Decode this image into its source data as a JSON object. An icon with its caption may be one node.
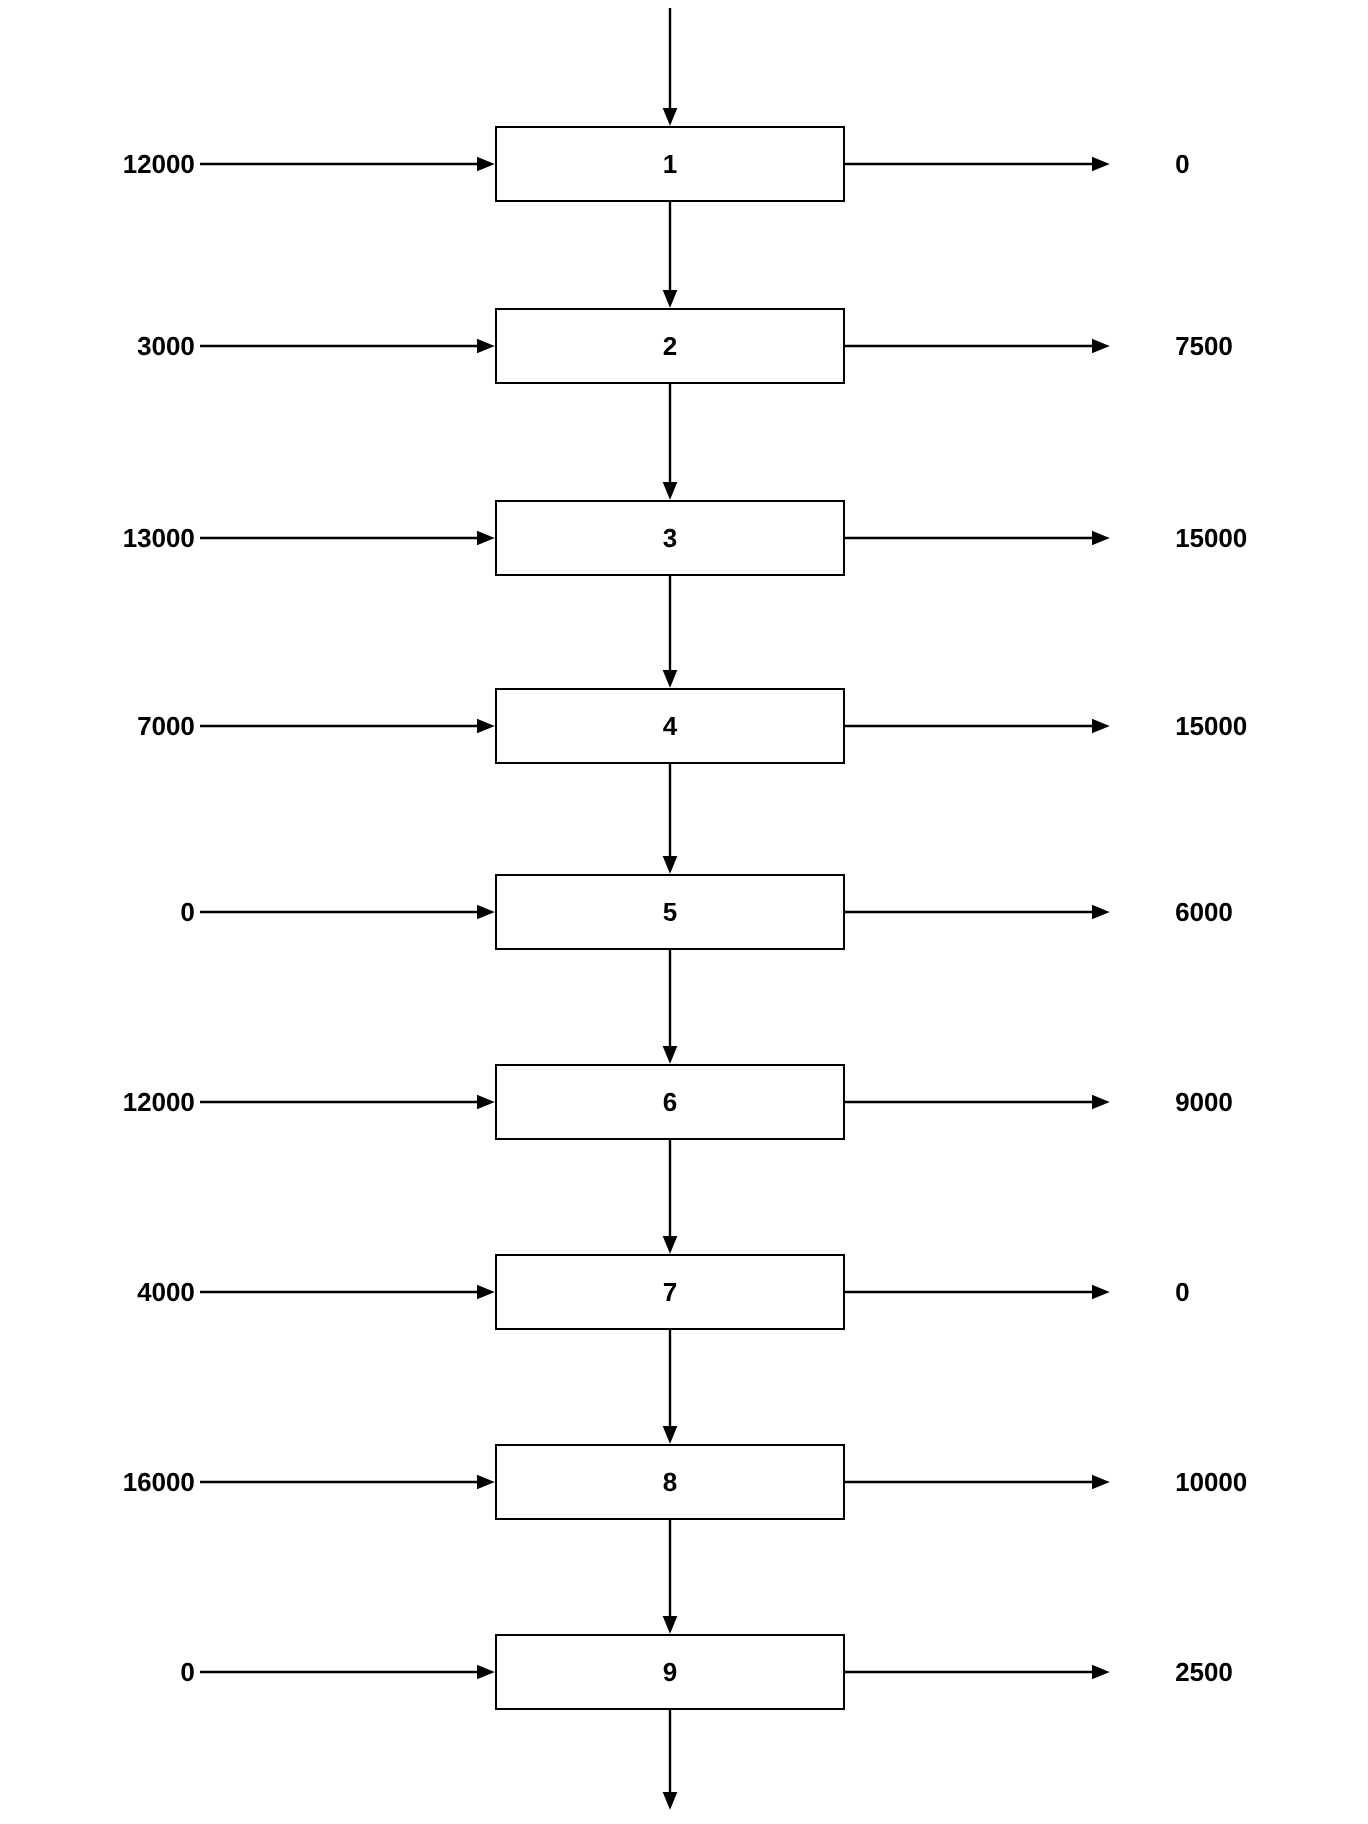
{
  "diagram": {
    "nodes": [
      {
        "text": [
          "12000"
        ]
      },
      {
        "text": [
          "1"
        ]
      },
      {
        "text": [
          "0"
        ]
      },
      {
        "text": [
          "3000"
        ]
      },
      {
        "text": [
          "2"
        ]
      },
      {
        "text": [
          "7500"
        ]
      },
      {
        "text": [
          "13000"
        ]
      },
      {
        "text": [
          "3"
        ]
      },
      {
        "text": [
          "15000"
        ]
      },
      {
        "text": [
          "7000"
        ]
      },
      {
        "text": [
          "4"
        ]
      },
      {
        "text": [
          "15000"
        ]
      },
      {
        "text": [
          "0"
        ]
      },
      {
        "text": [
          "5"
        ]
      },
      {
        "text": [
          "6000"
        ]
      },
      {
        "text": [
          "12000"
        ]
      },
      {
        "text": [
          "6"
        ]
      },
      {
        "text": [
          "9000"
        ]
      },
      {
        "text": [
          "4000"
        ]
      },
      {
        "text": [
          "7"
        ]
      },
      {
        "text": [
          "0"
        ]
      },
      {
        "text": [
          "16000"
        ]
      },
      {
        "text": [
          "8"
        ]
      },
      {
        "text": [
          "10000"
        ]
      },
      {
        "text": [
          "0"
        ]
      },
      {
        "text": [
          "9"
        ]
      },
      {
        "text": [
          "2500"
        ]
      }
    ],
    "edges": [
      {
        "from": null,
        "to": 1,
        "arrow": "to"
      },
      {
        "from": 0,
        "to": 1,
        "arrow": "to"
      },
      {
        "from": 1,
        "to": 2,
        "arrow": "to"
      },
      {
        "from": 1,
        "to": 4,
        "arrow": "to"
      },
      {
        "from": 3,
        "to": 4,
        "arrow": "to"
      },
      {
        "from": 4,
        "to": 5,
        "arrow": "to"
      },
      {
        "from": 4,
        "to": 7,
        "arrow": "to"
      },
      {
        "from": 6,
        "to": 7,
        "arrow": "to"
      },
      {
        "from": 7,
        "to": 8,
        "arrow": "to"
      },
      {
        "from": 7,
        "to": 10,
        "arrow": "to"
      },
      {
        "from": 9,
        "to": 10,
        "arrow": "to"
      },
      {
        "from": 10,
        "to": 11,
        "arrow": "to"
      },
      {
        "from": 10,
        "to": 13,
        "arrow": "to"
      },
      {
        "from": 12,
        "to": 13,
        "arrow": "to"
      },
      {
        "from": 13,
        "to": 14,
        "arrow": "to"
      },
      {
        "from": 13,
        "to": 16,
        "arrow": "to"
      },
      {
        "from": 15,
        "to": 16,
        "arrow": "to"
      },
      {
        "from": 16,
        "to": 17,
        "arrow": "to"
      },
      {
        "from": 16,
        "to": 19,
        "arrow": "to"
      },
      {
        "from": 18,
        "to": 19,
        "arrow": "to"
      },
      {
        "from": 19,
        "to": 20,
        "arrow": "to"
      },
      {
        "from": 19,
        "to": 22,
        "arrow": "to"
      },
      {
        "from": 21,
        "to": 22,
        "arrow": "to"
      },
      {
        "from": 22,
        "to": 23,
        "arrow": "to"
      },
      {
        "from": 22,
        "to": 25,
        "arrow": "to"
      },
      {
        "from": 24,
        "to": 25,
        "arrow": "to"
      },
      {
        "from": 25,
        "to": 26,
        "arrow": "to"
      },
      {
        "from": 25,
        "to": null,
        "arrow": "to"
      }
    ]
  }
}
